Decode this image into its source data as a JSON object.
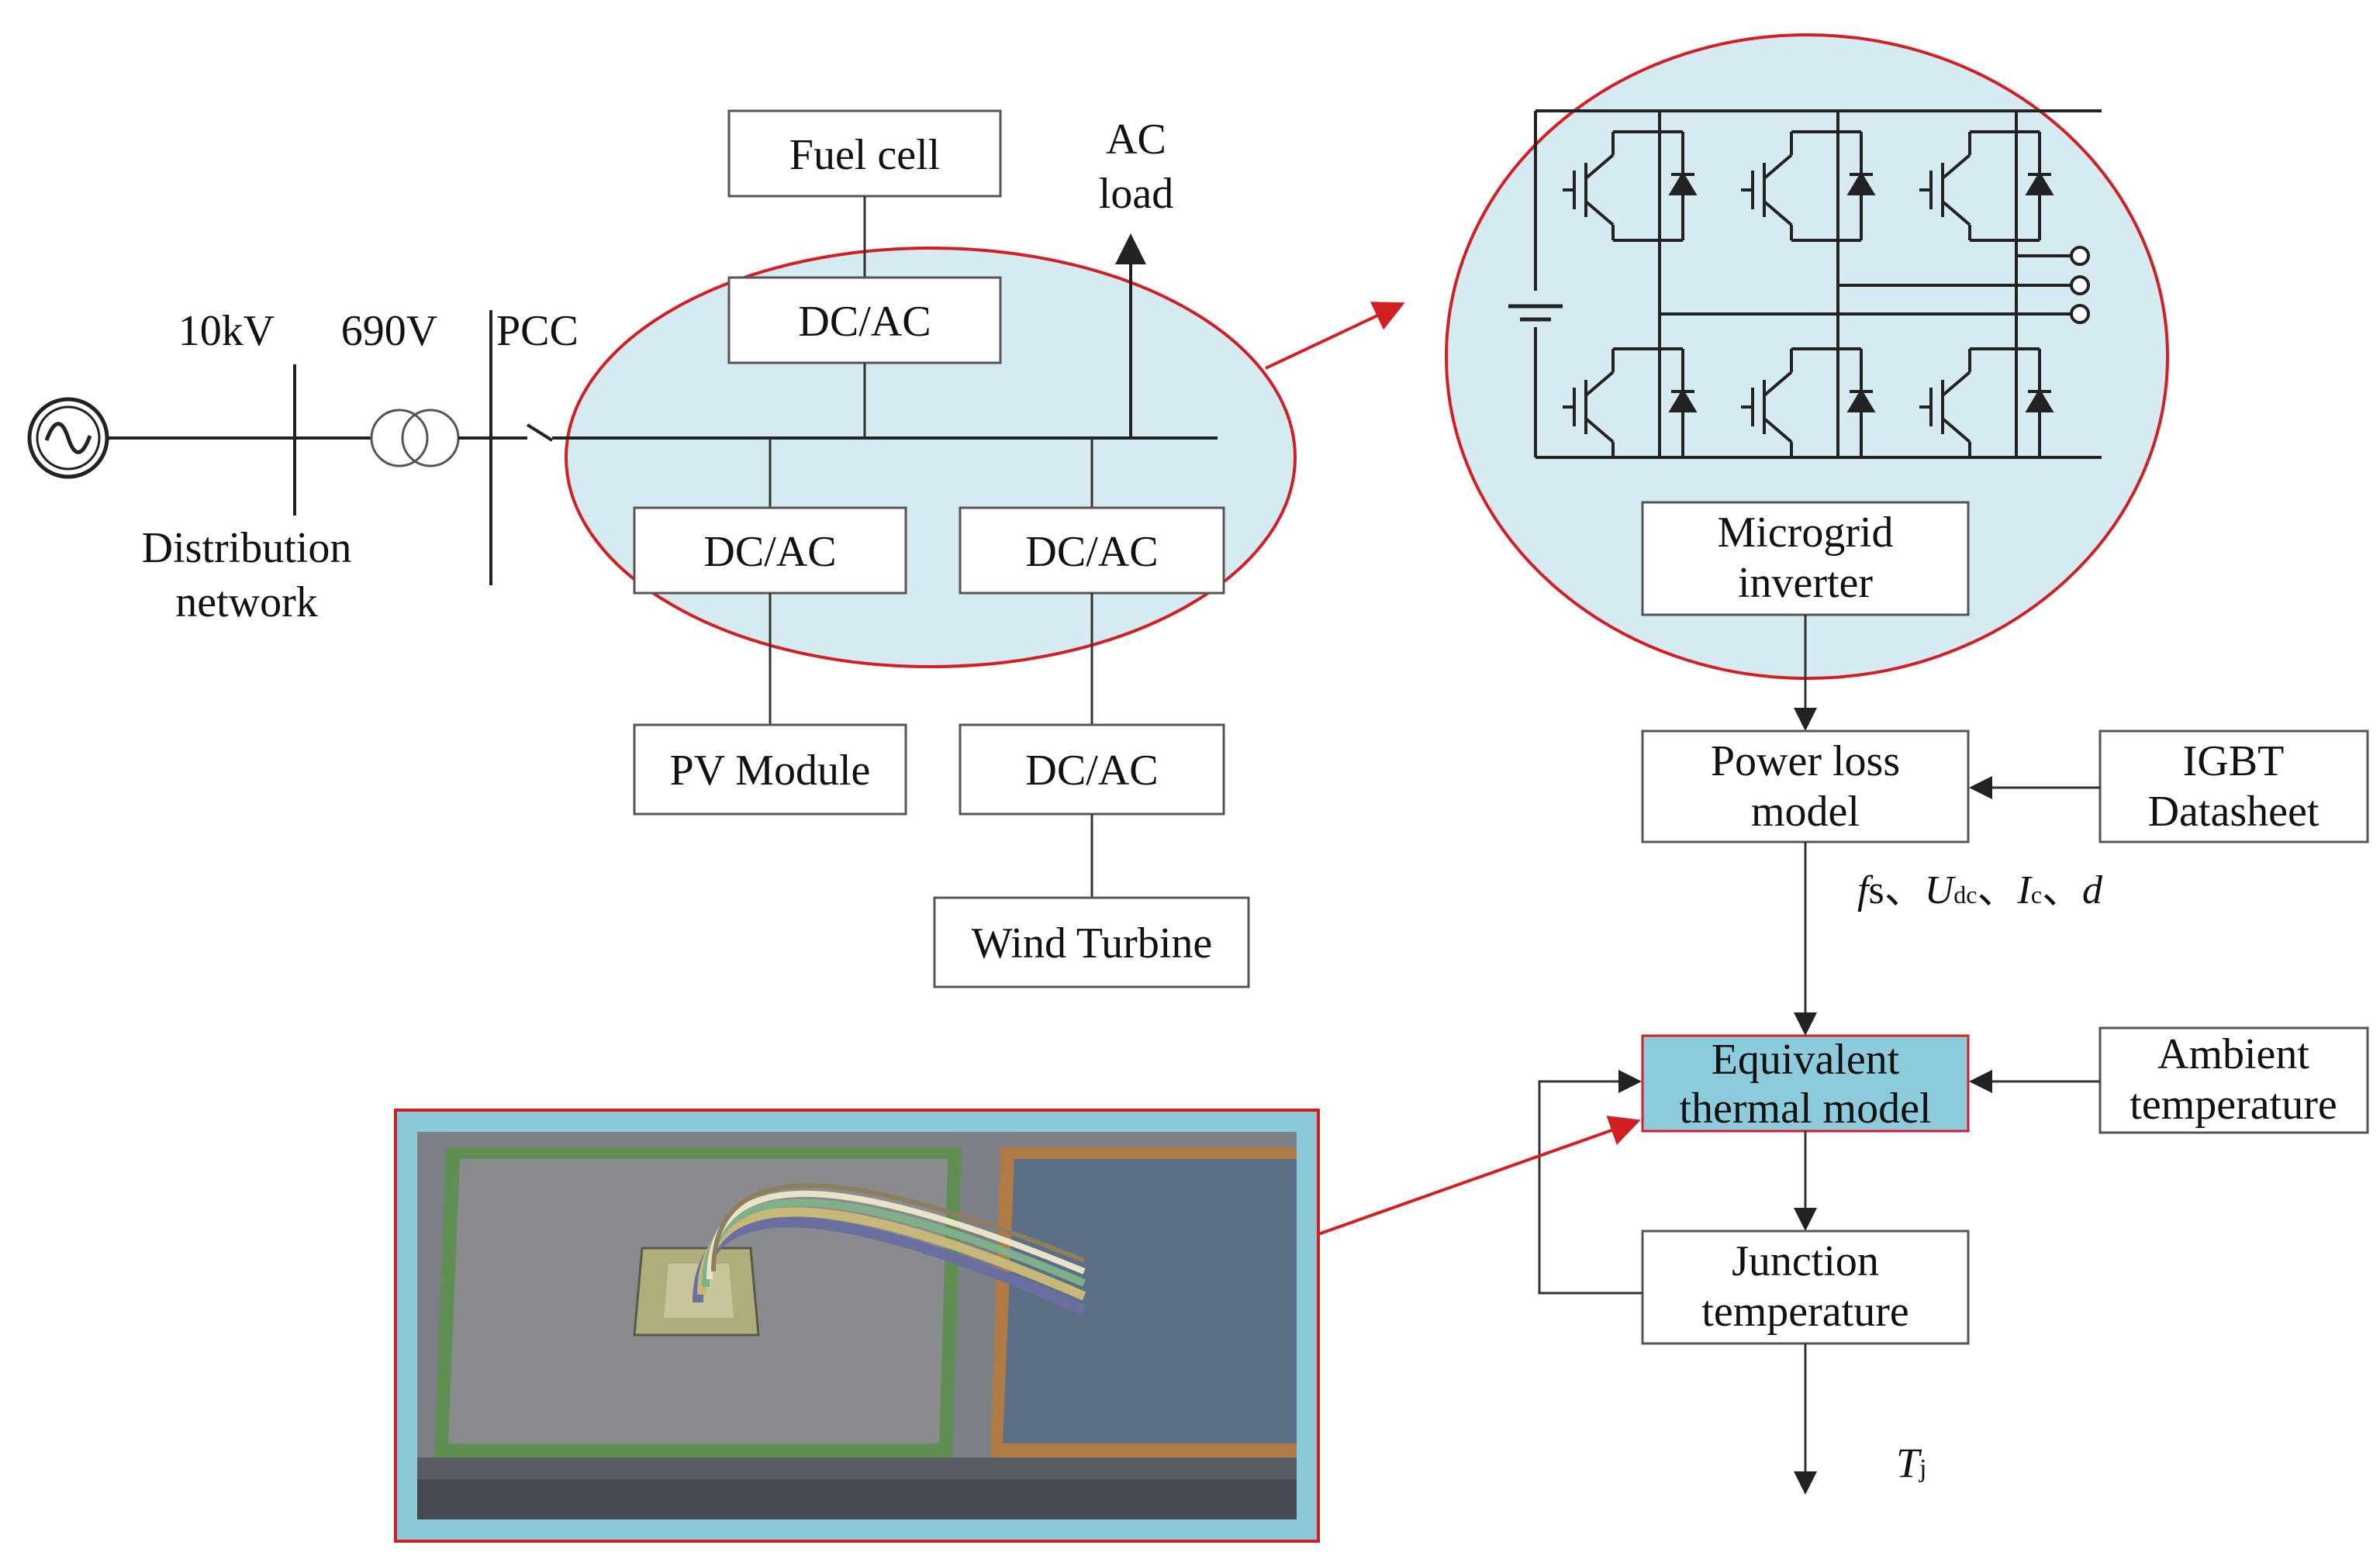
{
  "grid": {
    "voltage_high": "10kV",
    "voltage_low": "690V",
    "pcc": "PCC",
    "network_line1": "Distribution",
    "network_line2": "network"
  },
  "microgrid": {
    "fuel_cell": "Fuel cell",
    "ac_load_line1": "AC",
    "ac_load_line2": "load",
    "converter_fuel": "DC/AC",
    "converter_pv": "DC/AC",
    "converter_wind_upper": "DC/AC",
    "converter_wind_lower": "DC/AC",
    "pv_module": "PV Module",
    "wind_turbine": "Wind Turbine"
  },
  "flow": {
    "inverter_line1": "Microgrid",
    "inverter_line2": "inverter",
    "power_loss_line1": "Power loss",
    "power_loss_line2": "model",
    "igbt_line1": "IGBT",
    "igbt_line2": "Datasheet",
    "params": {
      "f": "f",
      "s": "s",
      "sep": "、",
      "U": "U",
      "dc": "dc",
      "I": "I",
      "c": "c",
      "d": "d"
    },
    "thermal_line1": "Equivalent",
    "thermal_line2": "thermal model",
    "ambient_line1": "Ambient",
    "ambient_line2": "temperature",
    "junction_line1": "Junction",
    "junction_line2": "temperature",
    "output_T": "T",
    "output_sub": "j"
  },
  "colors": {
    "ellipse_fill": "#d6eaf2",
    "ellipse_stroke": "#d11f24",
    "thermal_fill": "#8ccbdb",
    "frame_fill": "#8cc9d9",
    "arrow_red": "#d11f24"
  }
}
